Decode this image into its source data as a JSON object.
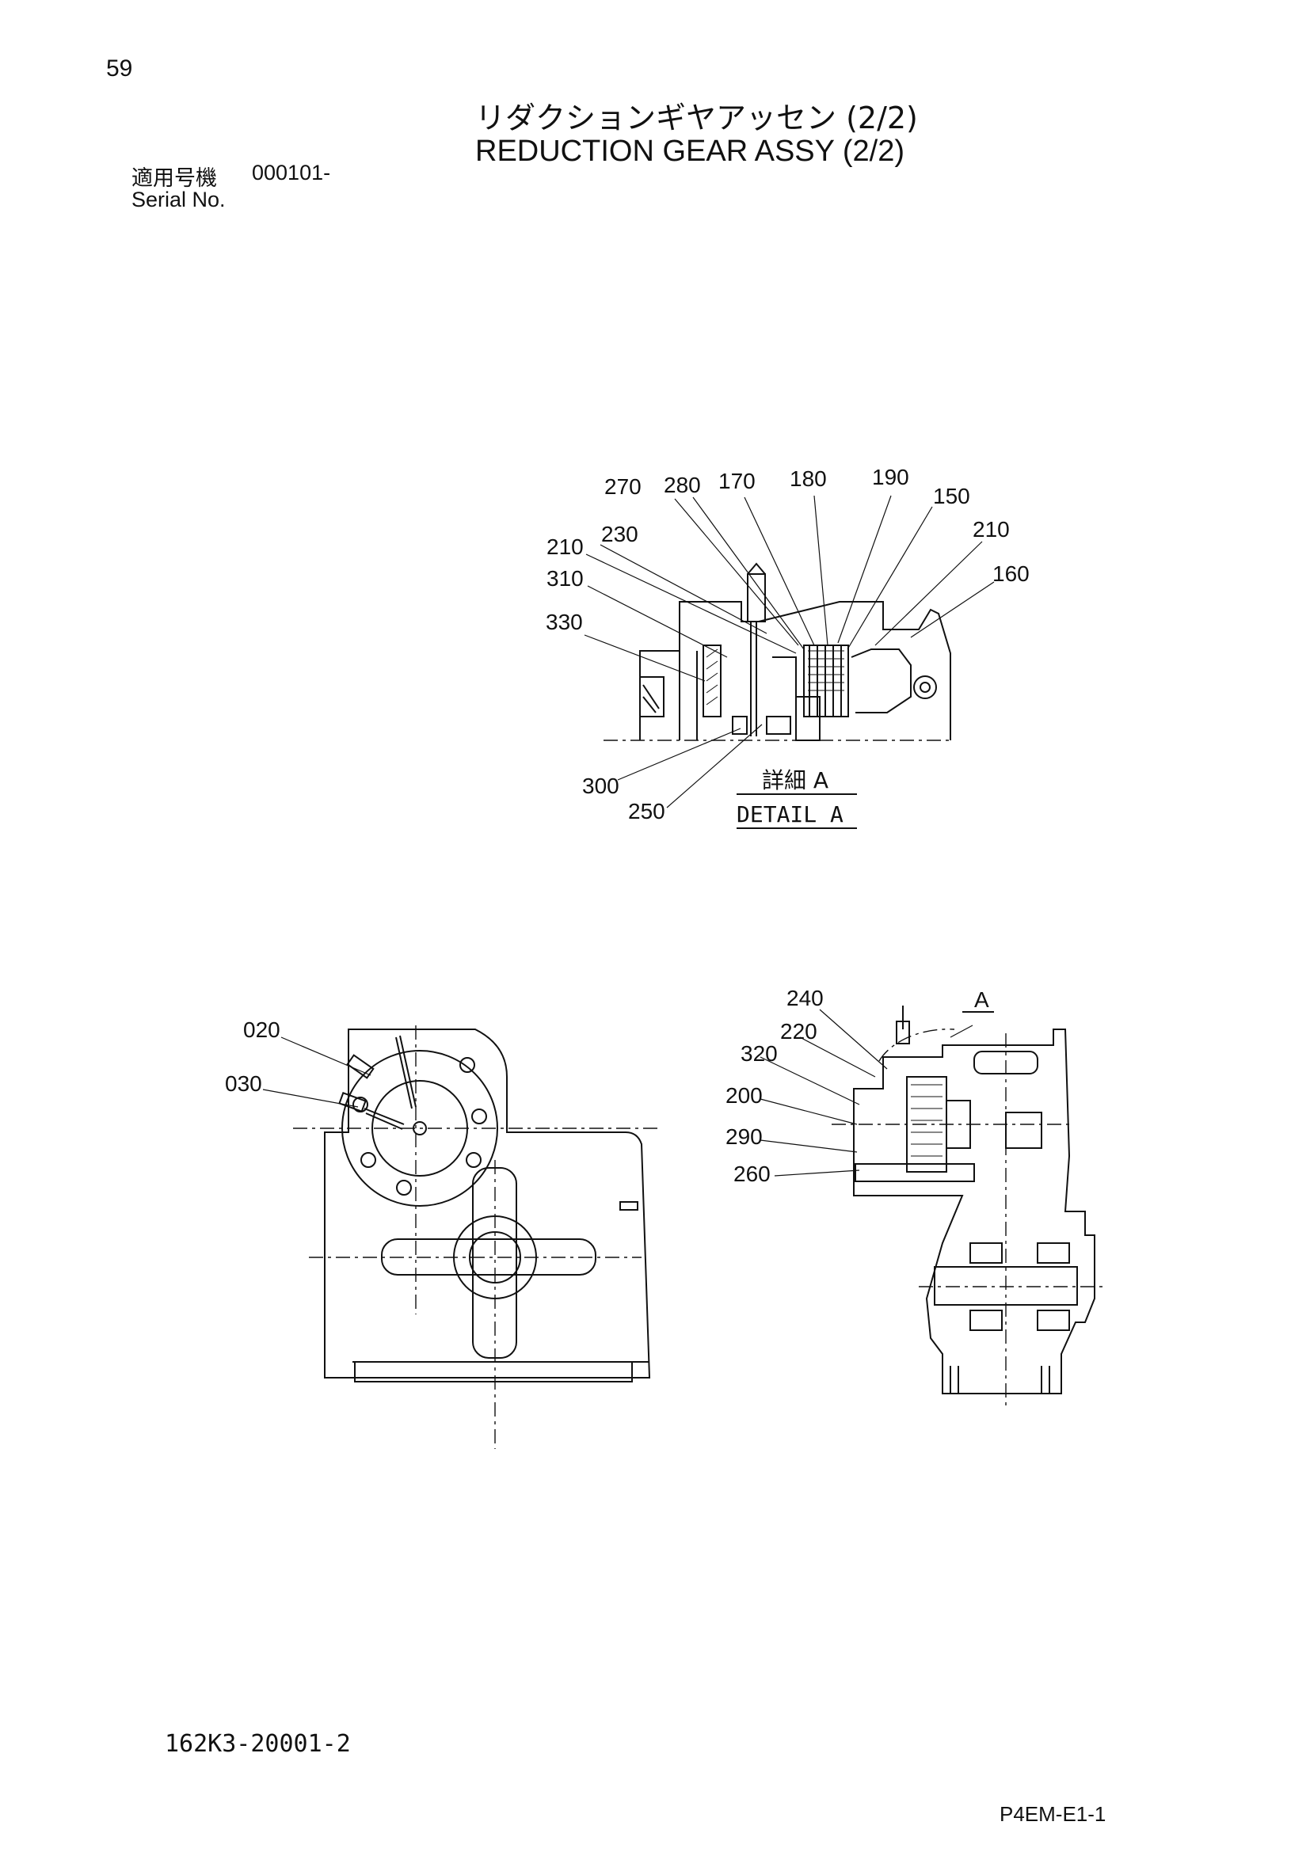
{
  "header": {
    "page_number": "59",
    "title_jp": "リダクションギヤアッセン (2/2)",
    "title_en": "REDUCTION GEAR ASSY (2/2)",
    "serial_label_jp": "適用号機",
    "serial_value": "000101-",
    "serial_label_en": "Serial No."
  },
  "detail": {
    "caption_jp": "詳細 A",
    "caption_en": "DETAIL A",
    "callouts": [
      "270",
      "280",
      "170",
      "180",
      "190",
      "150",
      "210",
      "230",
      "210",
      "310",
      "330",
      "160",
      "300",
      "250"
    ]
  },
  "left_view": {
    "callouts": [
      "020",
      "030"
    ]
  },
  "right_view": {
    "callouts": [
      "240",
      "220",
      "320",
      "200",
      "290",
      "260"
    ],
    "detail_marker": "A"
  },
  "footer": {
    "drawing_number": "162K3-20001-2",
    "doc_code": "P4EM-E1-1"
  }
}
